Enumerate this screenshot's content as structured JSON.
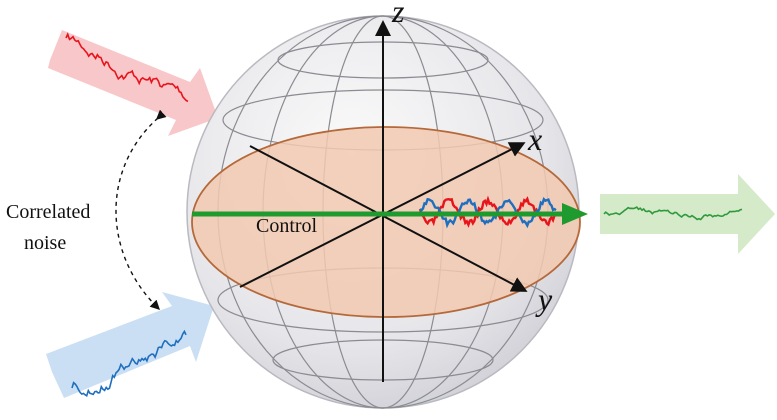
{
  "labels": {
    "axis_z": "z",
    "axis_x": "x",
    "axis_y": "y",
    "control": "Control",
    "correlated_line1": "Correlated",
    "correlated_line2": "noise"
  },
  "colors": {
    "red_noise": "#e8141c",
    "red_arrow": "#f7c1c4",
    "blue_noise": "#1f6fc0",
    "blue_arrow": "#c4dcf2",
    "green_noise": "#2e9a3c",
    "green_arrow": "#cfe8c2",
    "control_arrow": "#1f9a2e",
    "equator_fill": "#f2c9b0",
    "equator_stroke": "#b5693a",
    "sphere_fill": "#e9e9ec"
  }
}
